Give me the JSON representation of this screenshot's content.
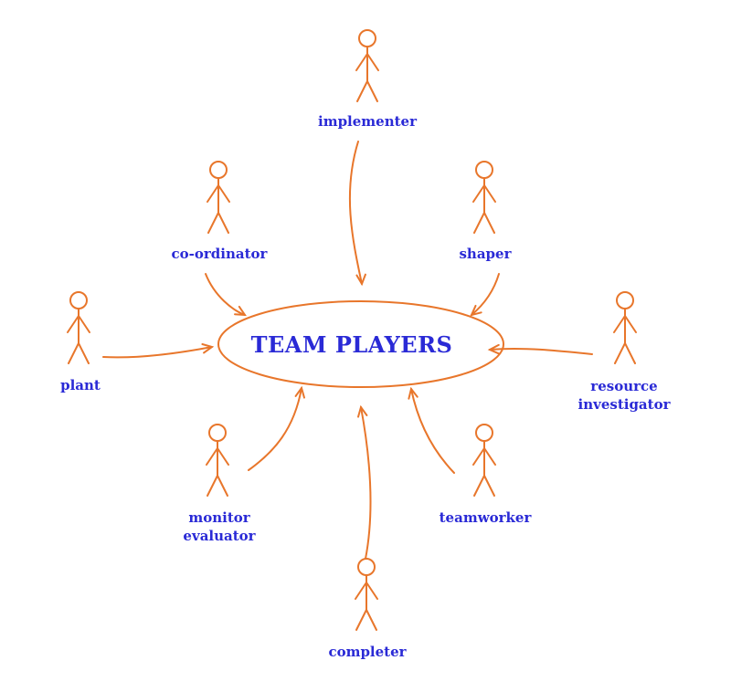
{
  "title": "TEAM PLAYERS",
  "colors": {
    "text": "#2a2ad6",
    "stroke": "#e8762b"
  },
  "roles": [
    {
      "id": "implementer",
      "lines": [
        "implementer"
      ]
    },
    {
      "id": "co-ordinator",
      "lines": [
        "co-ordinator"
      ]
    },
    {
      "id": "shaper",
      "lines": [
        "shaper"
      ]
    },
    {
      "id": "plant",
      "lines": [
        "plant"
      ]
    },
    {
      "id": "resource-investigator",
      "lines": [
        "resource",
        "investigator"
      ]
    },
    {
      "id": "monitor-evaluator",
      "lines": [
        "monitor",
        "evaluator"
      ]
    },
    {
      "id": "teamworker",
      "lines": [
        "teamworker"
      ]
    },
    {
      "id": "completer",
      "lines": [
        "completer"
      ]
    }
  ]
}
